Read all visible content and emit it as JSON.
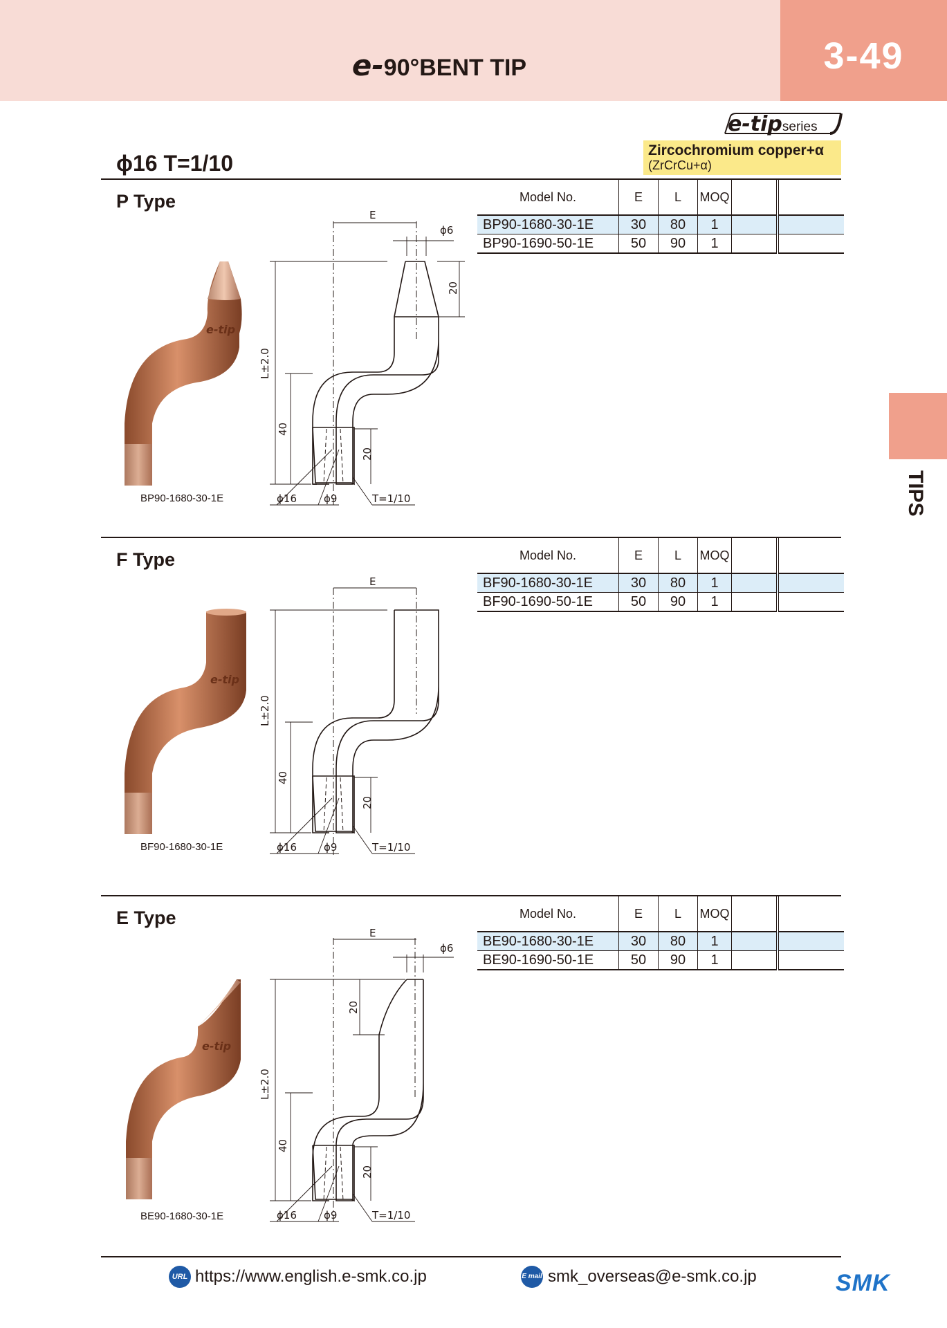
{
  "header": {
    "title_logo": "e-",
    "title": "90°BENT TIP",
    "page_number": "3-49",
    "side_tab": "TIPS"
  },
  "series": {
    "logo": "e-tip",
    "logo_suffix": "series",
    "material_name": "Zircochromium copper+α",
    "material_formula": "(ZrCrCu+α)"
  },
  "spec_heading": "ϕ16   T=1/10",
  "table_headers": {
    "model": "Model No.",
    "e": "E",
    "l": "L",
    "moq": "MOQ"
  },
  "types": [
    {
      "title": "P Type",
      "caption": "BP90-1680-30-1E",
      "rows": [
        {
          "model": "BP90-1680-30-1E",
          "e": "30",
          "l": "80",
          "moq": "1"
        },
        {
          "model": "BP90-1690-50-1E",
          "e": "50",
          "l": "90",
          "moq": "1"
        }
      ],
      "drawing": {
        "e": "E",
        "tip_dia": "ϕ6",
        "tip_len": "20",
        "length": "L±2.0",
        "bend": "40",
        "taper": "20",
        "outer_dia": "ϕ16",
        "inner_dia": "ϕ9",
        "taper_ratio": "T=1/10"
      }
    },
    {
      "title": "F Type",
      "caption": "BF90-1680-30-1E",
      "rows": [
        {
          "model": "BF90-1680-30-1E",
          "e": "30",
          "l": "80",
          "moq": "1"
        },
        {
          "model": "BF90-1690-50-1E",
          "e": "50",
          "l": "90",
          "moq": "1"
        }
      ],
      "drawing": {
        "e": "E",
        "length": "L±2.0",
        "bend": "40",
        "taper": "20",
        "outer_dia": "ϕ16",
        "inner_dia": "ϕ9",
        "taper_ratio": "T=1/10"
      }
    },
    {
      "title": "E Type",
      "caption": "BE90-1680-30-1E",
      "rows": [
        {
          "model": "BE90-1680-30-1E",
          "e": "30",
          "l": "80",
          "moq": "1"
        },
        {
          "model": "BE90-1690-50-1E",
          "e": "50",
          "l": "90",
          "moq": "1"
        }
      ],
      "drawing": {
        "e": "E",
        "tip_dia": "ϕ6",
        "tip_len": "20",
        "length": "L±2.0",
        "bend": "40",
        "taper": "20",
        "outer_dia": "ϕ16",
        "inner_dia": "ϕ9",
        "taper_ratio": "T=1/10"
      }
    }
  ],
  "footer": {
    "url_badge": "URL",
    "url": "https://www.english.e-smk.co.jp",
    "mail_badge": "E mail",
    "email": "smk_overseas@e-smk.co.jp",
    "brand": "SMK"
  },
  "colors": {
    "header_band": "#f8dcd6",
    "header_tab": "#f0a08c",
    "material_box": "#fbe98a",
    "row_highlight": "#dcedf8",
    "copper": "#c07a55"
  }
}
